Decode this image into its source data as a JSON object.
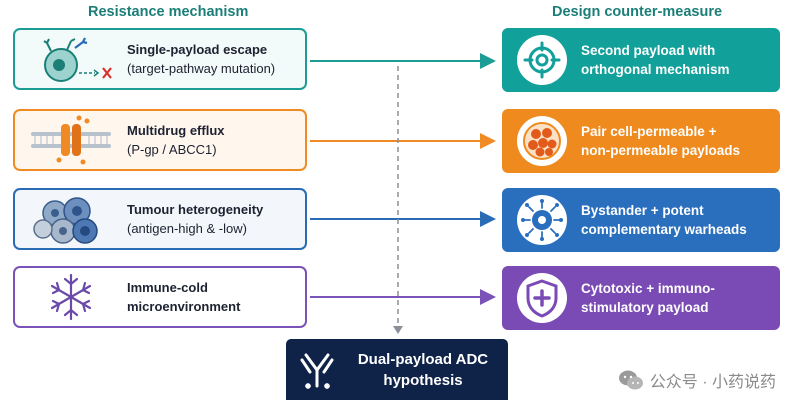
{
  "headers": {
    "left": "Resistance mechanism",
    "right": "Design counter-measure"
  },
  "mechanisms": [
    {
      "title": "Single-payload escape",
      "subtitle": "(target-pathway mutation)",
      "color": "#1b9c95",
      "bg": "#f2fafa",
      "icon": "cell-receptor-icon"
    },
    {
      "title": "Multidrug efflux",
      "subtitle": "(P-gp / ABCC1)",
      "color": "#f08a24",
      "bg": "#fff6ee",
      "icon": "membrane-pump-icon"
    },
    {
      "title": "Tumour heterogeneity",
      "subtitle": "(antigen-high & -low)",
      "color": "#2a6bb5",
      "bg": "#f3f7fc",
      "icon": "cell-cluster-icon"
    },
    {
      "title": "Immune-cold",
      "subtitle": "microenvironment",
      "color": "#7b52b8",
      "bg": "#ffffff",
      "icon": "snowflake-icon"
    }
  ],
  "countermeasures": [
    {
      "line1": "Second payload with",
      "line2": "orthogonal mechanism",
      "color": "#12a09a",
      "icon": "target-icon"
    },
    {
      "line1": "Pair cell-permeable +",
      "line2": "non-permeable payloads",
      "color": "#ef8b1e",
      "icon": "cell-mass-icon"
    },
    {
      "line1": "Bystander + potent",
      "line2": "complementary warheads",
      "color": "#2a6fbe",
      "icon": "bystander-cell-icon"
    },
    {
      "line1": "Cytotoxic + immuno-",
      "line2": "stimulatory payload",
      "color": "#7a4bb5",
      "icon": "shield-plus-icon"
    }
  ],
  "final": {
    "line1": "Dual-payload ADC",
    "line2": "hypothesis",
    "color": "#0f2348",
    "icon": "antibody-icon"
  },
  "watermark": {
    "text": "公众号 · 小药说药",
    "icon": "wechat-icon"
  }
}
